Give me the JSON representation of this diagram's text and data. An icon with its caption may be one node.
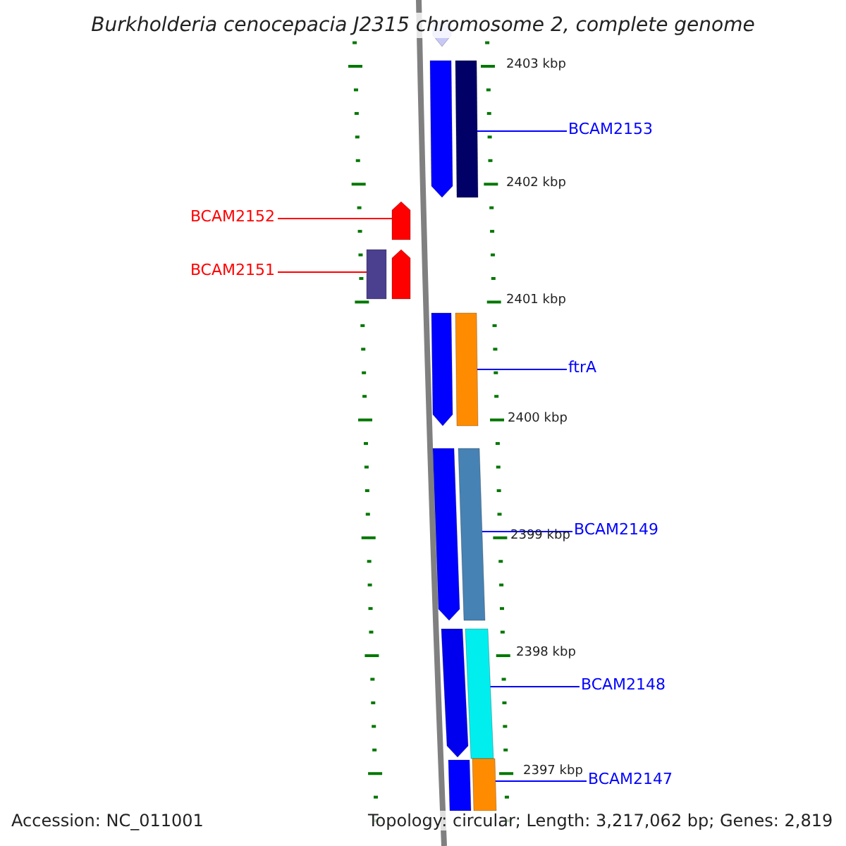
{
  "diagram": {
    "title": "Burkholderia cenocepacia J2315 chromosome 2, complete genome",
    "nodes": [
      {
        "text": [
          "BCAM2153"
        ]
      },
      {
        "text": [
          "BCAM2152"
        ]
      },
      {
        "text": [
          "BCAM2151"
        ]
      },
      {
        "text": [
          "ftrA"
        ]
      },
      {
        "text": [
          "BCAM2149"
        ]
      },
      {
        "text": [
          "BCAM2148"
        ]
      },
      {
        "text": [
          "BCAM2147"
        ]
      },
      {
        "text": [],
        "shape": "arrow"
      },
      {
        "text": [],
        "shape": "arrow"
      },
      {
        "text": [],
        "shape": "bar"
      },
      {
        "text": [],
        "shape": "arrow"
      },
      {
        "text": [],
        "shape": "bar"
      },
      {
        "text": [],
        "shape": "arrow"
      },
      {
        "text": [],
        "shape": "arrow"
      },
      {
        "text": [],
        "shape": "bar"
      },
      {
        "text": [],
        "shape": "arrow"
      },
      {
        "text": [],
        "shape": "bar"
      },
      {
        "text": [],
        "shape": "arrow"
      },
      {
        "text": [],
        "shape": "bar"
      },
      {
        "text": [],
        "shape": "bar"
      },
      {
        "text": [],
        "shape": "bar"
      }
    ],
    "edges": [
      {
        "from": 0,
        "to": 9,
        "arrow": "none"
      },
      {
        "from": 1,
        "to": 10,
        "arrow": "none",
        "color": "#ff0000"
      },
      {
        "from": 2,
        "to": 11,
        "arrow": "none",
        "color": "#ff0000"
      },
      {
        "from": 3,
        "to": 14,
        "arrow": "none"
      },
      {
        "from": 4,
        "to": 16,
        "arrow": "none"
      },
      {
        "from": 5,
        "to": 18,
        "arrow": "none"
      },
      {
        "from": 6,
        "to": 20,
        "arrow": "none"
      }
    ],
    "labels": [
      "2403 kbp",
      "2402 kbp",
      "2401 kbp",
      "2400 kbp",
      "2399 kbp",
      "2398 kbp",
      "2397 kbp",
      "Accession: NC_011001",
      "Topology: circular; Length: 3,217,062 bp; Genes: 2,819"
    ]
  }
}
